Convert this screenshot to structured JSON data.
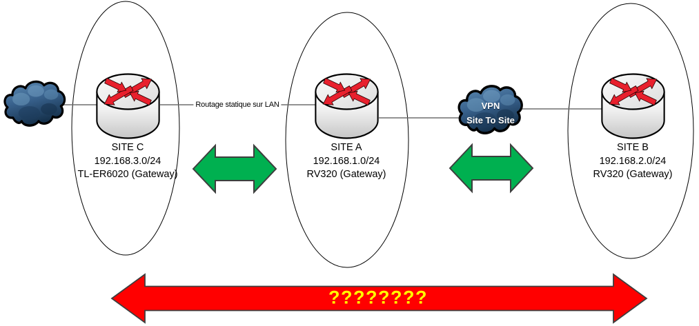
{
  "sites": [
    {
      "name": "SITE C",
      "subnet": "192.168.3.0/24",
      "device": "TL-ER6020 (Gateway)"
    },
    {
      "name": "SITE A",
      "subnet": "192.168.1.0/24",
      "device": "RV320 (Gateway)"
    },
    {
      "name": "SITE B",
      "subnet": "192.168.2.0/24",
      "device": "RV320 (Gateway)"
    }
  ],
  "links": {
    "lan_route_label": "Routage statique sur LAN",
    "vpn_line1": "VPN",
    "vpn_line2": "Site To Site",
    "question_label": "????????"
  },
  "icons": {
    "internet_cloud": "cloud-icon",
    "vpn_cloud": "cloud-icon",
    "routers": "router-icon"
  },
  "colors": {
    "bidirectional_arrow_green": "#00B050",
    "question_arrow_red": "#FF0000",
    "question_text_yellow": "#FFFF00",
    "cloud_blue_dark": "#1A3A5C",
    "cloud_blue_light": "#4F7EA8",
    "router_arrow_red": "#E8202D",
    "connector_gray": "#6E6E6E",
    "boundary_stroke": "#000000"
  }
}
